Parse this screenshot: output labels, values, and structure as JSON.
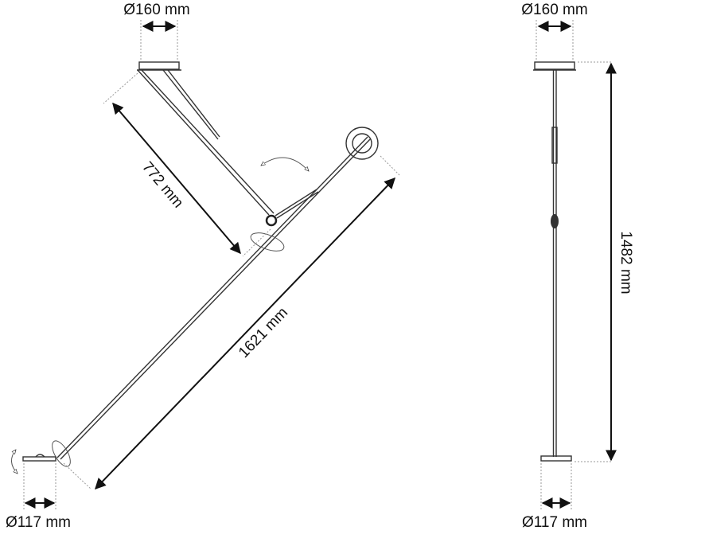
{
  "side_view": {
    "canopy_diameter": "Ø160 mm",
    "arm_length": "772 mm",
    "rod_length": "1621 mm",
    "base_diameter": "Ø117 mm"
  },
  "front_view": {
    "canopy_diameter": "Ø160 mm",
    "height": "1482 mm",
    "base_diameter": "Ø117 mm"
  },
  "colors": {
    "line": "#333333",
    "dimension": "#111111",
    "guide": "#999999"
  }
}
